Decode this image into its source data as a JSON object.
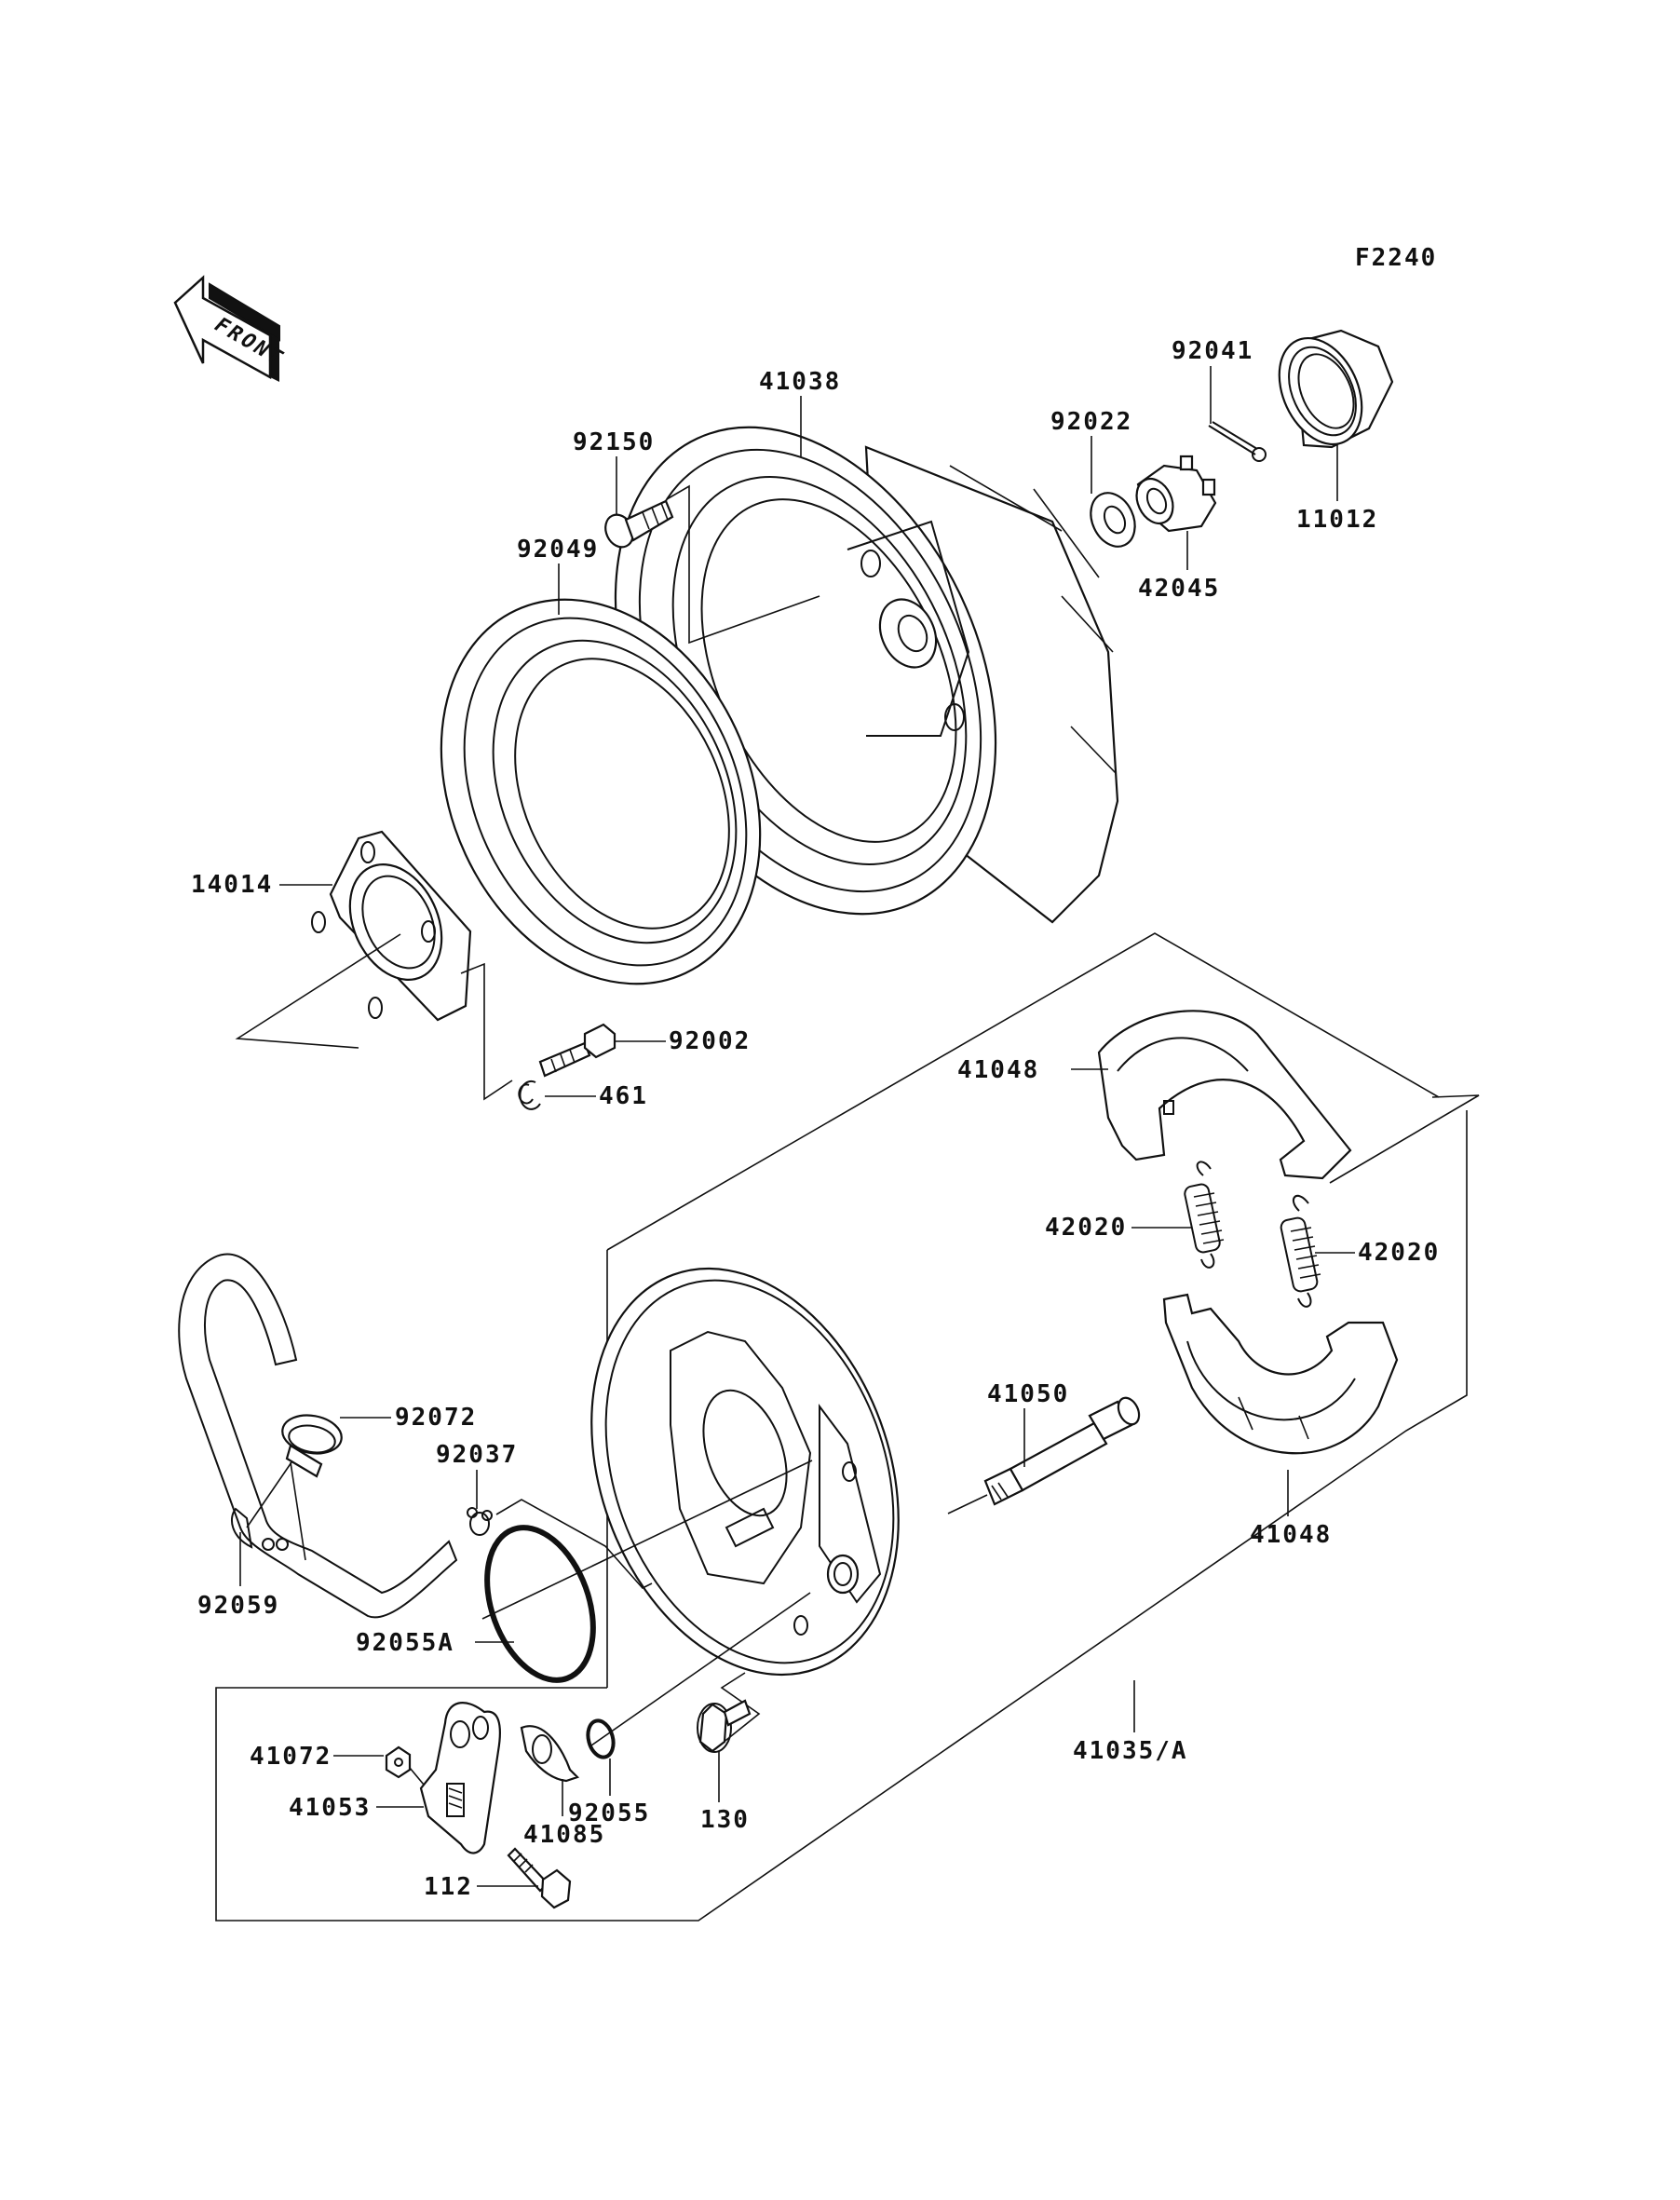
{
  "diagram": {
    "figure_code": "F2240",
    "orientation_arrow": "FRONT",
    "parts": [
      {
        "id": "41038",
        "name": "brake-drum"
      },
      {
        "id": "92150",
        "name": "drum-bolt"
      },
      {
        "id": "92049",
        "name": "drum-seal"
      },
      {
        "id": "92022",
        "name": "washer"
      },
      {
        "id": "42045",
        "name": "castle-nut"
      },
      {
        "id": "92041",
        "name": "cotter-pin"
      },
      {
        "id": "11012",
        "name": "dust-cap"
      },
      {
        "id": "14014",
        "name": "bearing-flange"
      },
      {
        "id": "92002",
        "name": "flange-bolt"
      },
      {
        "id": "461",
        "name": "lock-washer"
      },
      {
        "id": "41048",
        "name": "brake-shoe-upper"
      },
      {
        "id": "42020",
        "name": "shoe-spring-left"
      },
      {
        "id": "42020",
        "name": "shoe-spring-right"
      },
      {
        "id": "41048",
        "name": "brake-shoe-lower"
      },
      {
        "id": "41050",
        "name": "brake-cam-shaft"
      },
      {
        "id": "92072",
        "name": "hose-clamp"
      },
      {
        "id": "92037",
        "name": "clip"
      },
      {
        "id": "92059",
        "name": "breather-hose"
      },
      {
        "id": "92055A",
        "name": "panel-o-ring"
      },
      {
        "id": "41072",
        "name": "lever-nut"
      },
      {
        "id": "41053",
        "name": "brake-cam-lever"
      },
      {
        "id": "41085",
        "name": "wear-indicator"
      },
      {
        "id": "92055",
        "name": "cam-o-ring"
      },
      {
        "id": "130",
        "name": "panel-bolt"
      },
      {
        "id": "112",
        "name": "lever-bolt"
      },
      {
        "id": "41035/A",
        "name": "brake-panel-assy"
      }
    ]
  }
}
